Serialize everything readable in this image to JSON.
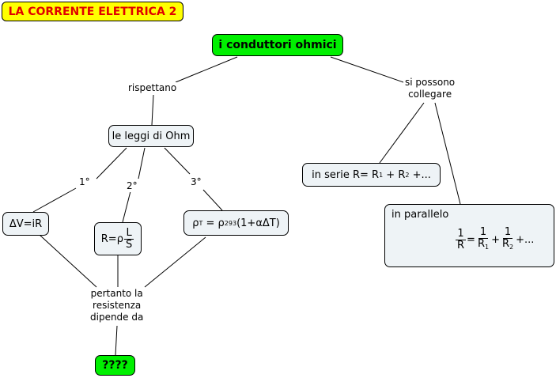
{
  "title": "LA CORRENTE ELETTRICA 2",
  "root": "i conduttori ohmici",
  "links": {
    "rispettano": "rispettano",
    "si_possono_collegare": [
      "si possono",
      "collegare"
    ],
    "first": "1°",
    "second": "2°",
    "third": "3°",
    "pertanto": [
      "pertanto la",
      "resistenza",
      "dipende da"
    ]
  },
  "nodes": {
    "leggi_ohm": "le leggi di Ohm",
    "law1": "ΔV=iR",
    "law2": {
      "lhs": "R=ρ",
      "num": "L",
      "den": "S"
    },
    "law3": {
      "rho": "ρ",
      "sub_t": "T",
      "eq": " = ",
      "rho2": "ρ",
      "sub_293": "293",
      "rest": "(1+αΔT)"
    },
    "serie": {
      "text": "in serie R= R",
      "sub1": "1",
      "plus": " + R",
      "sub2": "2",
      "tail": " +..."
    },
    "parallelo": {
      "label": "in parallelo",
      "num": "1",
      "den": "R",
      "den1": "R",
      "sub1": "1",
      "den2": "R",
      "sub2": "2",
      "tail": "+..."
    },
    "unknown": "????"
  }
}
